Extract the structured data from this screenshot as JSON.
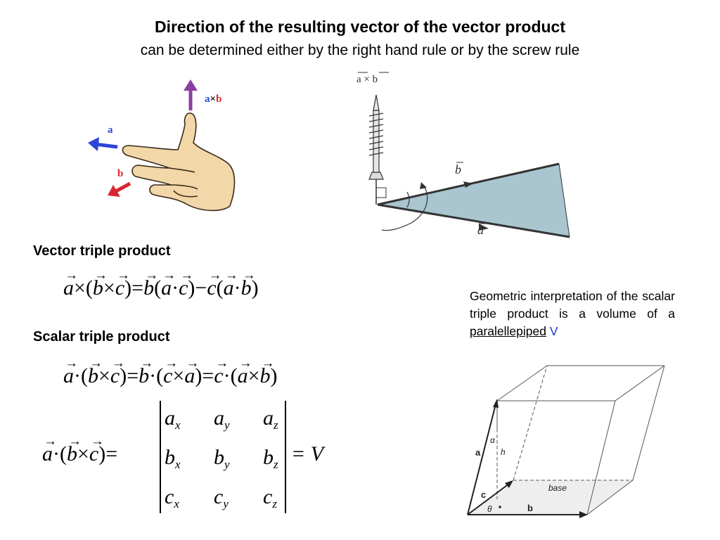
{
  "title": "Direction of the resulting vector of the vector product",
  "subtitle": "can be determined either by the right hand rule or by the screw rule",
  "hand_labels": {
    "axb_a": "a",
    "axb_times": "×",
    "axb_b": "b",
    "a": "a",
    "b": "b"
  },
  "screw_labels": {
    "axb": "a × b",
    "b": "b",
    "a": "a"
  },
  "sections": {
    "vector_triple": "Vector triple product",
    "scalar_triple": "Scalar triple product"
  },
  "formula_vector_triple": {
    "a": "a",
    "open1": "×(",
    "b": "b",
    "x": "×",
    "c": "c",
    "close1": ")",
    "eq": "=",
    "b2": "b",
    "open2": "(",
    "a2": "a",
    "dot": "·",
    "c2": "c",
    "close2": ")",
    "minus": "−",
    "c3": "c",
    "open3": "(",
    "a3": "a",
    "dot2": "·",
    "b3": "b",
    "close3": ")"
  },
  "formula_scalar_triple": {
    "a": "a",
    "dot1": "·(",
    "b": "b",
    "x1": "×",
    "c": "c",
    "close1": ")",
    "eq1": "=",
    "b2": "b",
    "dot2": "·(",
    "c2": "c",
    "x2": "×",
    "a2": "a",
    "close2": ")",
    "eq2": "=",
    "c3": "c",
    "dot3": "·(",
    "a3": "a",
    "x3": "×",
    "b3": "b",
    "close3": ")"
  },
  "determinant": {
    "lhs": {
      "a": "a",
      "dot": "·(",
      "b": "b",
      "x": "×",
      "c": "c",
      "close": ")",
      "eq": "="
    },
    "rows": [
      [
        {
          "base": "a",
          "sub": "x"
        },
        {
          "base": "a",
          "sub": "y"
        },
        {
          "base": "a",
          "sub": "z"
        }
      ],
      [
        {
          "base": "b",
          "sub": "x"
        },
        {
          "base": "b",
          "sub": "y"
        },
        {
          "base": "b",
          "sub": "z"
        }
      ],
      [
        {
          "base": "c",
          "sub": "x"
        },
        {
          "base": "c",
          "sub": "y"
        },
        {
          "base": "c",
          "sub": "z"
        }
      ]
    ],
    "rhs": "= V"
  },
  "geometric_note": {
    "text": "Geometric interpretation of the scalar triple product is a volume of a",
    "link": "paralellepiped",
    "symbol": "V"
  },
  "parallelepiped_labels": {
    "a": "a",
    "alpha": "α",
    "h": "h",
    "c": "c",
    "theta": "θ",
    "b": "b",
    "base": "base"
  },
  "colors": {
    "purple_arrow": "#8a3fa0",
    "blue_arrow": "#2c45d8",
    "red_arrow": "#d8262f",
    "skin": "#f2d7a8",
    "plane": "#a9c5d0"
  }
}
